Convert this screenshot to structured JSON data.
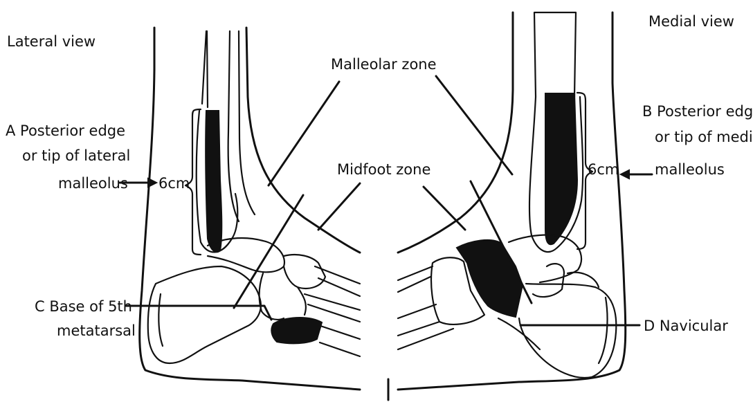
{
  "labels": {
    "lateral_view": "Lateral view",
    "medial_view": "Medial view",
    "malleolar_zone": "Malleolar zone",
    "midfoot_zone": "Midfoot zone",
    "a_line1": "A Posterior edge",
    "a_line2": "or tip of lateral",
    "a_line3": "malleolus",
    "b_line1": "B Posterior edge",
    "b_line2": "or tip of medial",
    "b_line3": "malleolus",
    "six_cm_left": "6cm",
    "six_cm_right": "6cm",
    "c_line1": "C Base of 5th",
    "c_line2": "metatarsal",
    "d_label": "D Navicular"
  }
}
